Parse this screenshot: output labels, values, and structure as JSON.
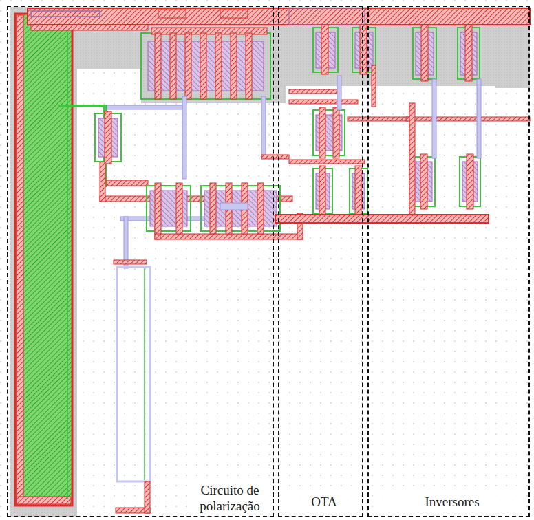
{
  "diagram": {
    "nodes": [
      {
        "text": [
          "Circuito de polarização"
        ]
      },
      {
        "text": [
          "OTA"
        ]
      },
      {
        "text": [
          "Inversores"
        ]
      }
    ]
  }
}
